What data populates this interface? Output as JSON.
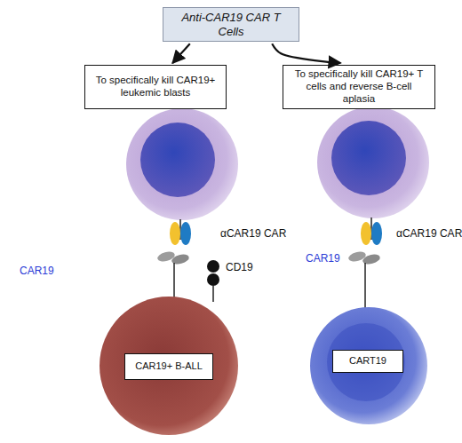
{
  "diagram": {
    "nodes": [
      {
        "text": [
          "Anti-CAR19 CAR T Cells"
        ]
      },
      {
        "text": [
          "To specifically kill CAR19+ leukemic blasts"
        ]
      },
      {
        "text": [
          "To specifically kill CAR19+ T cells and reverse B-cell aplasia"
        ]
      },
      {
        "text": [
          "CAR19+ B-ALL"
        ]
      },
      {
        "text": [
          "CART19"
        ]
      }
    ],
    "edges": [
      {
        "from": 0,
        "to": 1,
        "arrow": "to"
      },
      {
        "from": 0,
        "to": 2,
        "arrow": "to"
      }
    ],
    "labels": [
      "αCAR19 CAR",
      "CD19",
      "CAR19",
      "αCAR19 CAR",
      "CAR19"
    ]
  }
}
